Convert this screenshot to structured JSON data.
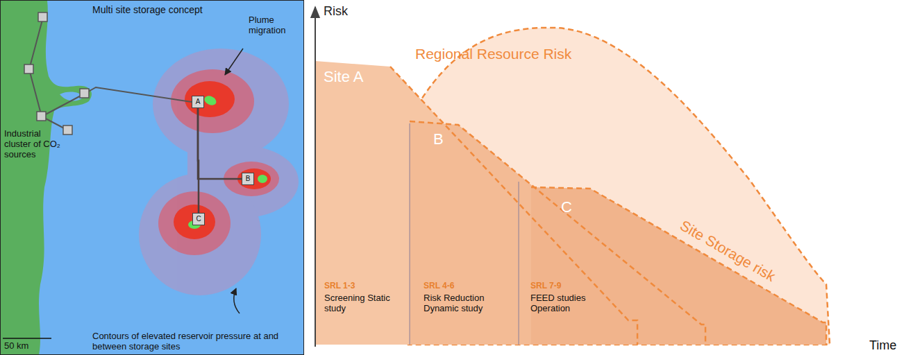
{
  "diagram": {
    "nodes": [
      {
        "text": [
          "A"
        ]
      },
      {
        "text": [
          "B"
        ]
      },
      {
        "text": [
          "C"
        ]
      }
    ],
    "edges": [
      {
        "from": 0,
        "to": 1,
        "arrow": "none"
      },
      {
        "from": 0,
        "to": 2,
        "arrow": "none"
      }
    ],
    "labels": [
      "Multi site storage concept",
      "Plume migration",
      "Industrial cluster of CO₂ sources",
      "50 km",
      "Contours of elevated reservoir pressure at and between storage sites",
      "Risk",
      "Regional Resource Risk",
      "Site A",
      "B",
      "C",
      "Site Storage risk",
      "SRL 1-3",
      "Screening Static study",
      "SRL 4-6",
      "Risk Reduction Dynamic study",
      "SRL 7-9",
      "FEED studies Operation",
      "Time"
    ]
  }
}
